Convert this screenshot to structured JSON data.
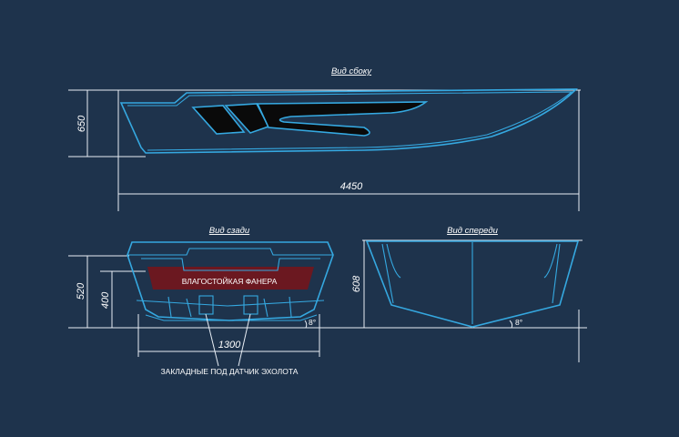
{
  "views": {
    "side": {
      "title": "Вид сбоку",
      "length": "4450",
      "height": "650"
    },
    "rear": {
      "title": "Вид сзади",
      "plywood_label": "ВЛАГОСТОЙКАЯ ФАНЕРА",
      "width": "1300",
      "height_total": "520",
      "height_inner": "400",
      "angle": "8°"
    },
    "front": {
      "title": "Вид спереди",
      "height": "608",
      "angle": "8°"
    }
  },
  "note": "ЗАКЛАДНЫЕ ПОД ДАТЧИК ЭХОЛОТА",
  "colors": {
    "background": "#1e334c",
    "hull": "#35a8e0",
    "dimension": "#e8eef5",
    "plywood": "#6b1820"
  }
}
